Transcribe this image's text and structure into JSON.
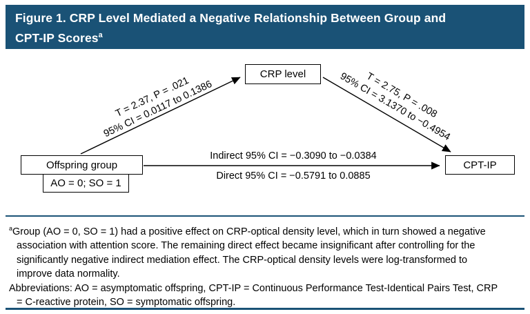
{
  "colors": {
    "header_bg": "#1a5276",
    "header_text": "#ffffff",
    "rule": "#1a5276",
    "text": "#000000"
  },
  "header": {
    "title_line1": "Figure 1. CRP Level Mediated a Negative Relationship Between Group and",
    "title_line2": "CPT-IP Scores",
    "title_superscript": "a"
  },
  "diagram": {
    "mediator_box": "CRP level",
    "predictor_box": "Offspring group",
    "predictor_coding_box": "AO = 0; SO = 1",
    "outcome_box": "CPT-IP",
    "path_a_stat": "T = 2.37, P = .021",
    "path_a_ci": "95% CI = 0.0117 to 0.1386",
    "path_b_stat": "T = 2.75, P = .008",
    "path_b_ci": "95% CI = 3.1370 to −0.4954",
    "indirect_effect": "Indirect 95% CI = −0.3090 to −0.0384",
    "direct_effect": "Direct 95% CI = −0.5791 to 0.0885"
  },
  "footnote": {
    "superscript": "a",
    "para1": "Group (AO = 0, SO = 1) had a positive effect on CRP-optical density level, which in turn showed a negative association with attention score. The remaining direct effect became insignificant after controlling for the significantly negative indirect mediation effect. The CRP-optical density levels were log-transformed to improve data normality.",
    "para2": "Abbreviations: AO = asymptomatic offspring, CPT-IP = Continuous Performance Test-Identical Pairs Test, CRP = C-reactive protein, SO = symptomatic offspring."
  }
}
